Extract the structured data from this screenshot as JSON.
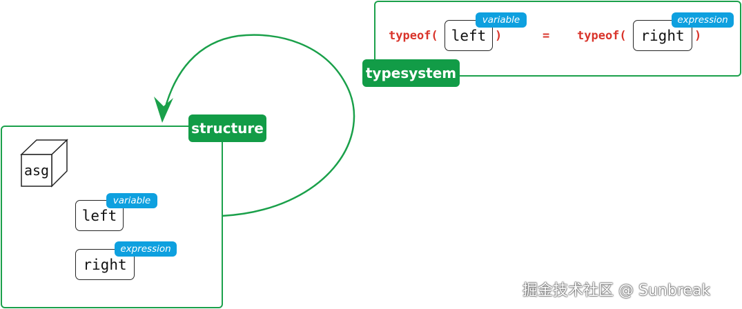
{
  "typesystem": {
    "tag": "typesystem",
    "left_fn_open": "typeof(",
    "left_fn_close": ")",
    "left_node": "left",
    "left_badge": "variable",
    "equals": "=",
    "right_fn_open": "typeof(",
    "right_fn_close": ")",
    "right_node": "right",
    "right_badge": "expression"
  },
  "structure": {
    "tag": "structure",
    "root": "asg",
    "children": [
      {
        "label": "left",
        "badge": "variable"
      },
      {
        "label": "right",
        "badge": "expression"
      }
    ]
  },
  "watermark": "掘金技术社区 @ Sunbreak",
  "colors": {
    "green": "#129c47",
    "blue": "#0ea0df",
    "code_red": "#d9342b"
  }
}
